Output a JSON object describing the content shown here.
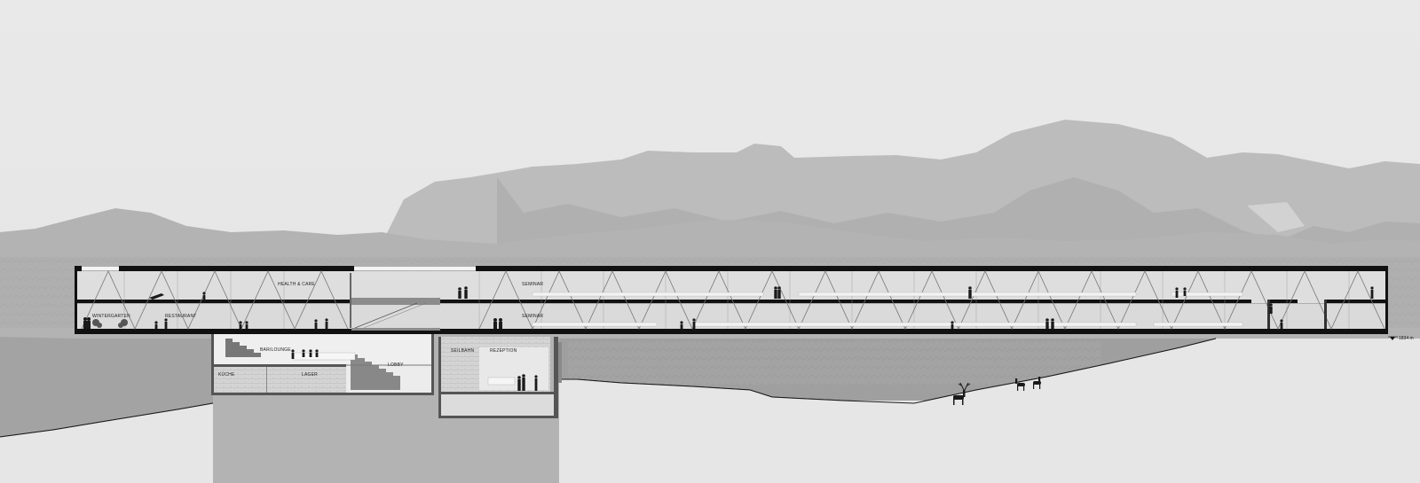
{
  "drawing": {
    "labels": {
      "health_care": "HEALTH & CARE",
      "seminar_upper": "SEMINAR",
      "seminar_lower": "SEMINAR",
      "wintergarten": "WINTERGARTEN",
      "restaurant": "RESTAURANT",
      "bar_lounge": "BAR/LOUNGE",
      "lobby": "LOBBY",
      "kueche": "KÜCHE",
      "lager": "LAGER",
      "seilbahn": "SEILBAHN",
      "rezeption": "REZEPTION"
    },
    "elevation": "1834 m"
  },
  "colors": {
    "background": "#e6e6e6",
    "structure": "#111111",
    "glazing": "#dcdcdc",
    "mountain_far": "#b9b9b9",
    "mountain_near": "#a9a9a9",
    "terrain": "#9c9c9c",
    "ground_line": "#1a1a1a"
  }
}
